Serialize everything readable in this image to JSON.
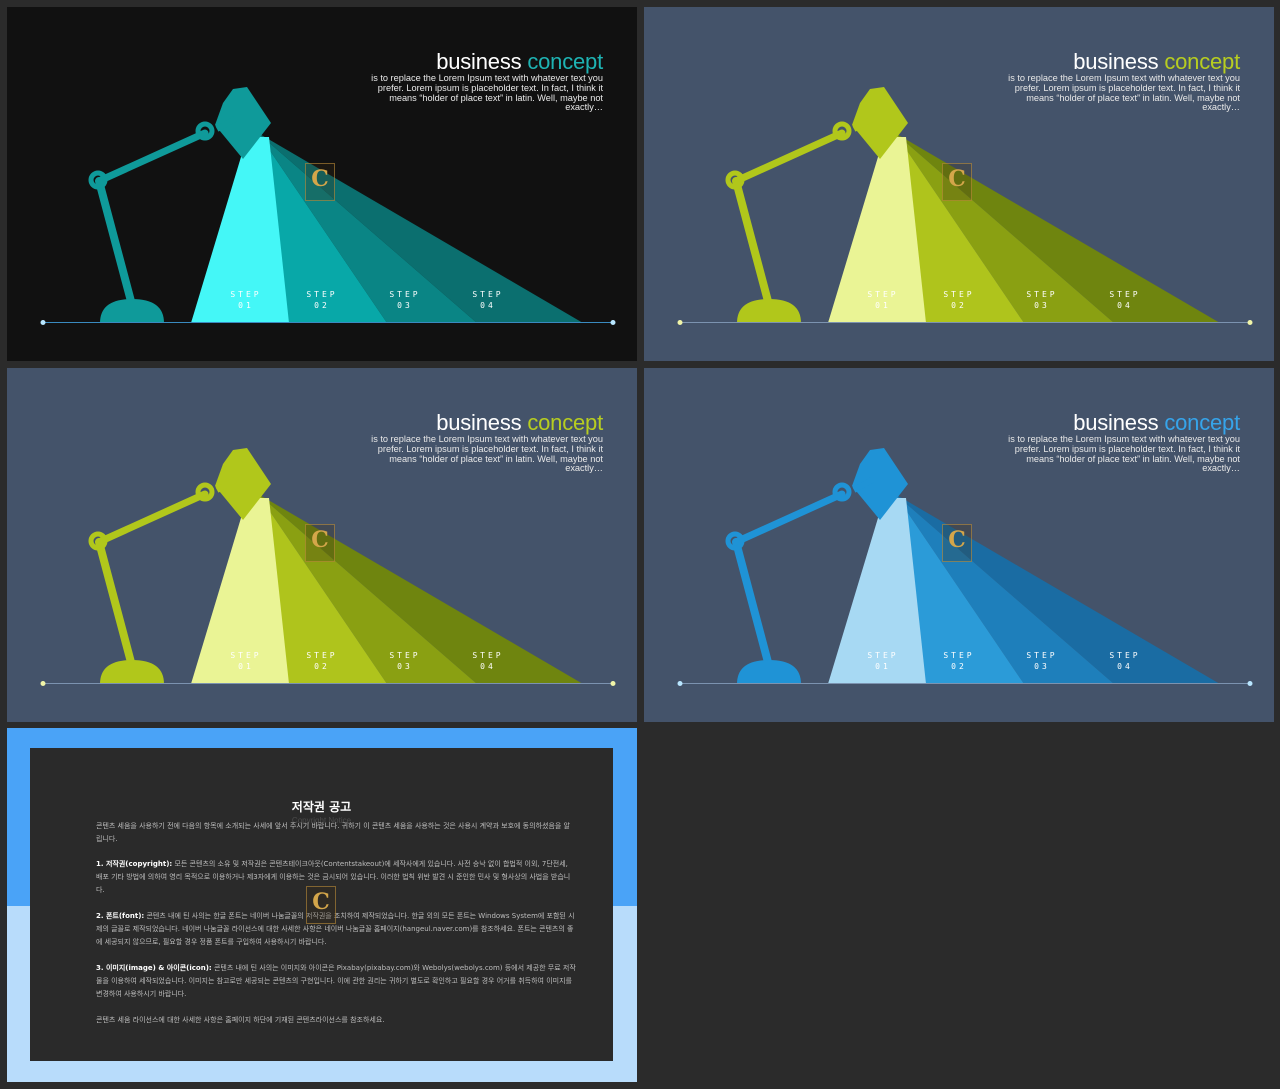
{
  "slides": [
    {
      "title_main": "business",
      "title_accent": "concept",
      "description": "is to replace the Lorem Ipsum text with whatever text you prefer. Lorem ipsum is placeholder text. In fact, I think it means “holder of place text” in latin. Well, maybe not exactly…",
      "colors": {
        "background": "#111111",
        "lamp": "#0f9a9a",
        "accent": "#1eb3b3",
        "beams": [
          "#44f7f7",
          "#22eaea",
          "#08a8a8",
          "#0a8585",
          "#0b6f6f"
        ],
        "line": "#3a8ac0",
        "dot": "#b8e6ff"
      },
      "steps": [
        {
          "word": "STEP",
          "num": "01"
        },
        {
          "word": "STEP",
          "num": "02"
        },
        {
          "word": "STEP",
          "num": "03"
        },
        {
          "word": "STEP",
          "num": "04"
        }
      ],
      "watermark": "C"
    },
    {
      "title_main": "business",
      "title_accent": "concept",
      "description": "is to replace the Lorem Ipsum text with whatever text you prefer. Lorem ipsum is placeholder text. In fact, I think it means “holder of place text” in latin. Well, maybe not exactly…",
      "colors": {
        "background": "#44536a",
        "lamp": "#b1c71b",
        "accent": "#b7cd20",
        "beams": [
          "#eaf495",
          "#dfee66",
          "#afc41c",
          "#8aa012",
          "#6f850f"
        ],
        "line": "#7c93b0",
        "dot": "#f1f5a8"
      },
      "steps": [
        {
          "word": "STEP",
          "num": "01"
        },
        {
          "word": "STEP",
          "num": "02"
        },
        {
          "word": "STEP",
          "num": "03"
        },
        {
          "word": "STEP",
          "num": "04"
        }
      ],
      "watermark": "C"
    },
    {
      "title_main": "business",
      "title_accent": "concept",
      "description": "is to replace the Lorem Ipsum text with whatever text you prefer. Lorem ipsum is placeholder text. In fact, I think it means “holder of place text” in latin. Well, maybe not exactly…",
      "colors": {
        "background": "#44536a",
        "lamp": "#b1c71b",
        "accent": "#b7cd20",
        "beams": [
          "#eaf495",
          "#dfee66",
          "#afc41c",
          "#8aa012",
          "#6f850f"
        ],
        "line": "#7c93b0",
        "dot": "#f1f5a8"
      },
      "steps": [
        {
          "word": "STEP",
          "num": "01"
        },
        {
          "word": "STEP",
          "num": "02"
        },
        {
          "word": "STEP",
          "num": "03"
        },
        {
          "word": "STEP",
          "num": "04"
        }
      ],
      "watermark": "C"
    },
    {
      "title_main": "business",
      "title_accent": "concept",
      "description": "is to replace the Lorem Ipsum text with whatever text you prefer. Lorem ipsum is placeholder text. In fact, I think it means “holder of place text” in latin. Well, maybe not exactly…",
      "colors": {
        "background": "#44536a",
        "lamp": "#1f93d6",
        "accent": "#36a4ea",
        "beams": [
          "#a7d9f3",
          "#79c3eb",
          "#2b9bd8",
          "#1e7fbb",
          "#1a6ca3"
        ],
        "line": "#7c93b0",
        "dot": "#b8e6ff"
      },
      "steps": [
        {
          "word": "STEP",
          "num": "01"
        },
        {
          "word": "STEP",
          "num": "02"
        },
        {
          "word": "STEP",
          "num": "03"
        },
        {
          "word": "STEP",
          "num": "04"
        }
      ],
      "watermark": "C"
    }
  ],
  "notice": {
    "title": "저작권 공고",
    "subtitle": "Copyright Notice",
    "intro": "콘텐츠 세움을 사용하기 전에 다음의 항목에 소개되는 사세에 앞서 주시기 바랍니다. 귀하기 이 콘텐츠 세움을 사용하는 것은 사용시 계약과 보호에 동의하셨음을 알립니다.",
    "sections": [
      {
        "heading": "1. 저작권(copyright):",
        "text": "모든 콘텐츠의 소유 및 저작권은 콘텐츠테이크아웃(Contentstakeout)에 세작사에게 있습니다. 사전 승낙 없이 합법적 이외, 7단전세, 배포 기타 방법에 의하여 영리 목적으로 이용하거나 제3자에게 이용하는 것은 금시되어 있습니다. 이러한 법칙 위반 발견 시 준인한 민사 및 형사상의 사법을 받습니다."
      },
      {
        "heading": "2. 폰트(font):",
        "text": "콘텐츠 내에 틴 사의는 한글 폰트는 네이버 나눔글꼴의 저작권을 조치하여 제작되었습니다. 한글 외의 모든 폰트는 Windows System에 포함된 시제의 글꼴로 제작되었습니다. 네이버 나눔글꼴 라이선스에 대한 사세한 사항은 네이버 나눔글꼴 홈페이지(hangeul.naver.com)를 참조하세요. 폰트는 콘텐츠의 좋에 세공되지 않으므로, 필요할 경우 정품 폰트를 구입하여 사용하시기 바랍니다."
      },
      {
        "heading": "3. 이미지(image) & 아이콘(icon):",
        "text": "콘텐츠 내에 틴 사의는 이미지와 아이콘은 Pixabay(pixabay.com)와 Webolys(webolys.com) 등에서 제공한 무료 저작물을 이용하여 세작되었습니다. 이미지는 참고로만 세공되는 콘텐츠의 구현입니다. 이에 관한 권리는 귀하기 별도로 확인하고 필요할 경우 어거를 취득하여 이미지를 변경하여 사용하시기 바랍니다."
      }
    ],
    "footer": "콘텐츠 세움 라이선스에 대한 사세한 사항은 홈페이지 하단에 기재된 콘텐츠라이선스를 참조하세요.",
    "watermark": "C"
  }
}
